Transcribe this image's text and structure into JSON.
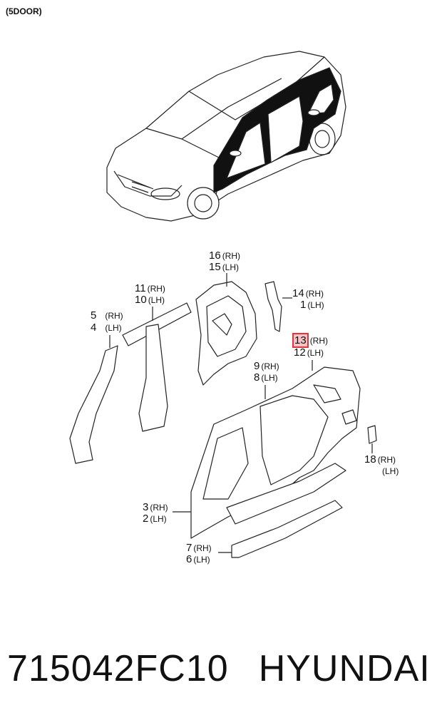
{
  "header": "(5DOOR)",
  "callouts": [
    {
      "num": "16",
      "side": "(RH)"
    },
    {
      "num": "15",
      "side": "(LH)"
    },
    {
      "num": "11",
      "side": "(RH)"
    },
    {
      "num": "10",
      "side": "(LH)"
    },
    {
      "num": "14",
      "side": "(RH)"
    },
    {
      "num": "1",
      "side": "(LH)"
    },
    {
      "num": "5",
      "side": "(RH)"
    },
    {
      "num": "4",
      "side": "(LH)"
    },
    {
      "num": "13",
      "side": "(RH)"
    },
    {
      "num": "12",
      "side": "(LH)"
    },
    {
      "num": "9",
      "side": "(RH)"
    },
    {
      "num": "8",
      "side": "(LH)"
    },
    {
      "num": "18",
      "side": "(RH)"
    },
    {
      "num": "",
      "side": "(LH)"
    },
    {
      "num": "3",
      "side": "(RH)"
    },
    {
      "num": "2",
      "side": "(LH)"
    },
    {
      "num": "7",
      "side": "(RH)"
    },
    {
      "num": "6",
      "side": "(LH)"
    }
  ],
  "footer": {
    "part_number": "715042FC10",
    "brand": "HYUNDAI"
  },
  "colors": {
    "highlight_border": "#e0353a",
    "highlight_fill": "#f6c4c4",
    "line": "#222222"
  }
}
